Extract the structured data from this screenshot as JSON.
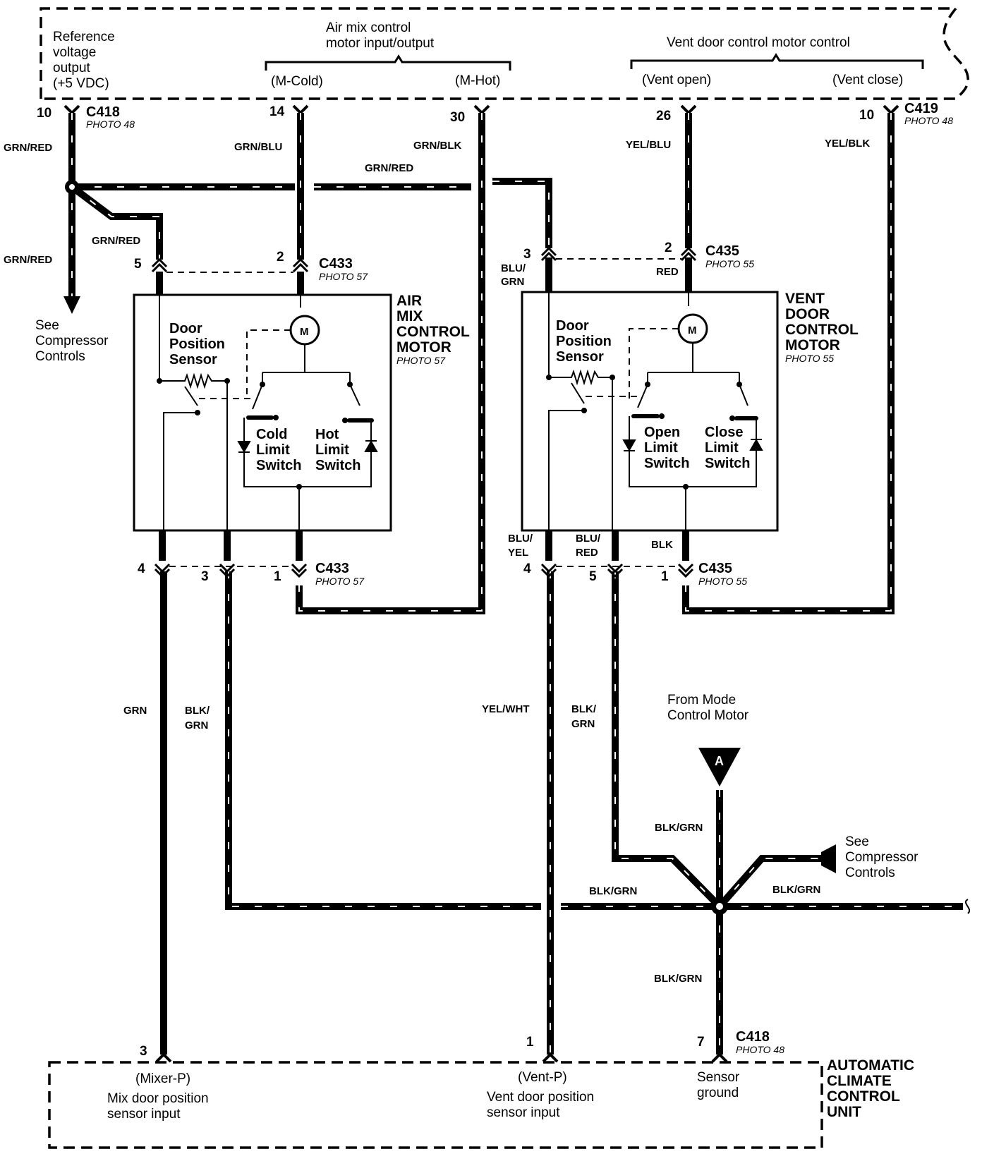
{
  "ecu_top": {
    "ref_voltage": [
      "Reference",
      "voltage",
      "output",
      "(+5 VDC)"
    ],
    "air_mix_header": [
      "Air mix control",
      "motor input/output"
    ],
    "m_cold": "(M-Cold)",
    "m_hot": "(M-Hot)",
    "vent_header": "Vent door control motor control",
    "vent_open": "(Vent open)",
    "vent_close": "(Vent close)"
  },
  "connectors": {
    "c418_top": {
      "name": "C418",
      "photo": "PHOTO 48"
    },
    "c419": {
      "name": "C419",
      "photo": "PHOTO 48"
    },
    "c433_upper": {
      "name": "C433",
      "photo": "PHOTO 57"
    },
    "c433_lower": {
      "name": "C433",
      "photo": "PHOTO 57"
    },
    "c435_upper": {
      "name": "C435",
      "photo": "PHOTO 55"
    },
    "c435_lower": {
      "name": "C435",
      "photo": "PHOTO 55"
    },
    "c418_bottom": {
      "name": "C418",
      "photo": "PHOTO 48"
    }
  },
  "pins": {
    "p10_c418": "10",
    "p14": "14",
    "p30": "30",
    "p26": "26",
    "p10_c419": "10",
    "air_top_5": "5",
    "air_top_2": "2",
    "vent_top_3": "3",
    "vent_top_2": "2",
    "air_bot_4": "4",
    "air_bot_3": "3",
    "air_bot_1": "1",
    "vent_bot_4": "4",
    "vent_bot_5": "5",
    "vent_bot_1": "1",
    "ecu_3": "3",
    "ecu_1": "1",
    "ecu_7": "7"
  },
  "wires": {
    "grn_red_1": "GRN/RED",
    "grn_red_2": "GRN/RED",
    "grn_red_3": "GRN/RED",
    "grn_red_4": "GRN/RED",
    "grn_blu": "GRN/BLU",
    "grn_blk": "GRN/BLK",
    "yel_blu": "YEL/BLU",
    "yel_blk": "YEL/BLK",
    "blu_grn": [
      "BLU/",
      "GRN"
    ],
    "red": "RED",
    "blu_yel": [
      "BLU/",
      "YEL"
    ],
    "blu_red": [
      "BLU/",
      "RED"
    ],
    "blk": "BLK",
    "grn": "GRN",
    "blk_grn_left": [
      "BLK/",
      "GRN"
    ],
    "yel_wht": "YEL/WHT",
    "blk_grn_mid": [
      "BLK/",
      "GRN"
    ],
    "blk_grn_a": "BLK/GRN",
    "blk_grn_h1": "BLK/GRN",
    "blk_grn_h2": "BLK/GRN",
    "blk_grn_down": "BLK/GRN"
  },
  "components": {
    "air_mix_motor": {
      "title": [
        "AIR",
        "MIX",
        "CONTROL",
        "MOTOR"
      ],
      "photo": "PHOTO 57"
    },
    "vent_door_motor": {
      "title": [
        "VENT",
        "DOOR",
        "CONTROL",
        "MOTOR"
      ],
      "photo": "PHOTO 55"
    },
    "door_position_sensor": [
      "Door",
      "Position",
      "Sensor"
    ],
    "cold_limit": [
      "Cold",
      "Limit",
      "Switch"
    ],
    "hot_limit": [
      "Hot",
      "Limit",
      "Switch"
    ],
    "open_limit": [
      "Open",
      "Limit",
      "Switch"
    ],
    "close_limit": [
      "Close",
      "Limit",
      "Switch"
    ],
    "motor_symbol": "M"
  },
  "notes": {
    "see_compressor_left": [
      "See",
      "Compressor",
      "Controls"
    ],
    "see_compressor_right": [
      "See",
      "Compressor",
      "Controls"
    ],
    "from_mode": [
      "From Mode",
      "Control Motor"
    ],
    "ref_a": "A"
  },
  "ecu_bottom": {
    "mixer_p": "(Mixer-P)",
    "mix_input": [
      "Mix door position",
      "sensor input"
    ],
    "vent_p": "(Vent-P)",
    "vent_input": [
      "Vent door position",
      "sensor input"
    ],
    "sensor_ground": [
      "Sensor",
      "ground"
    ],
    "unit_title": [
      "AUTOMATIC",
      "CLIMATE",
      "CONTROL",
      "UNIT"
    ]
  }
}
